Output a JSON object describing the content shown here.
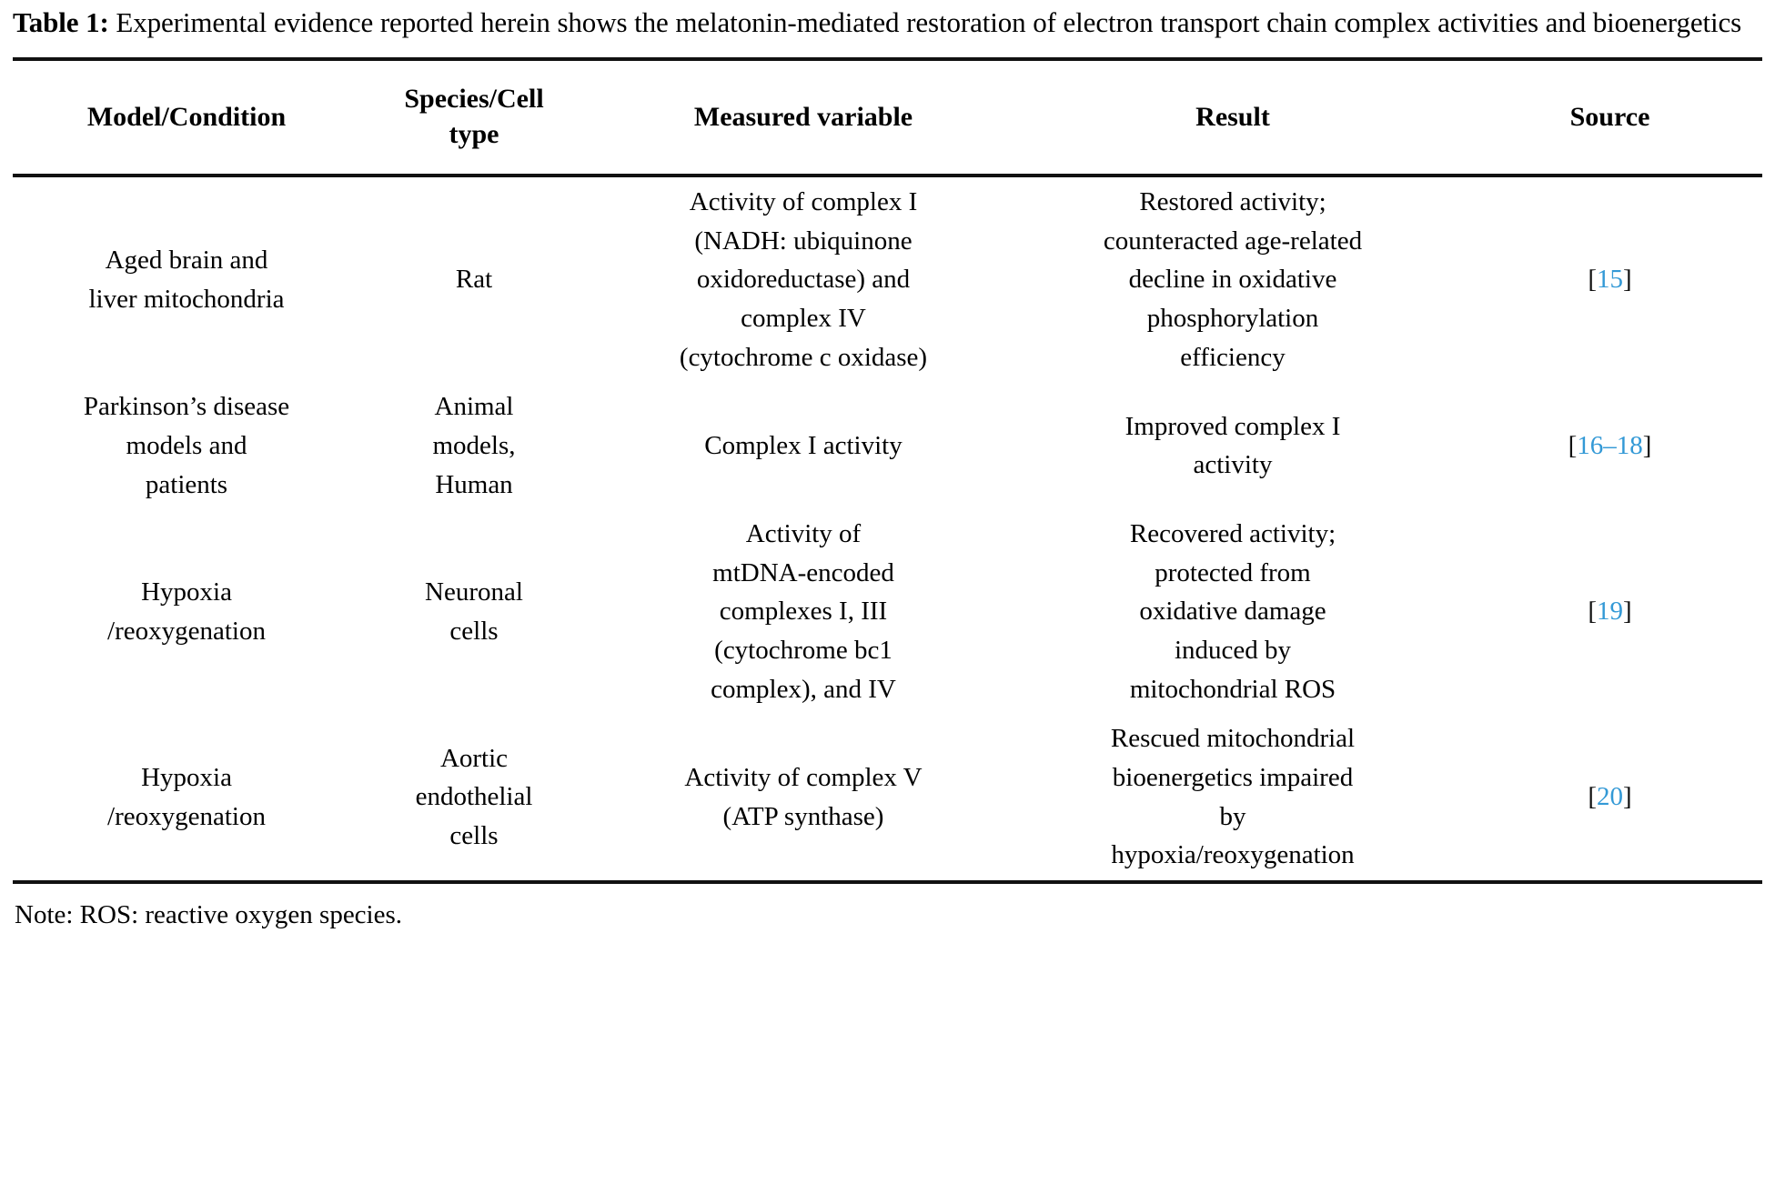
{
  "caption": {
    "label": "Table 1:",
    "text": "Experimental evidence reported herein shows the melatonin-mediated restoration of electron transport chain complex activities and bioenergetics"
  },
  "colors": {
    "reference_link": "#3399d6",
    "rule": "#111111",
    "text": "#000000"
  },
  "table": {
    "headers": [
      "Model/Condition",
      "Species/Cell type",
      "Measured variable",
      "Result",
      "Source"
    ],
    "header_lines": {
      "species_cell_type": [
        "Species/Cell",
        "type"
      ]
    },
    "rows": [
      {
        "model_condition": "Aged brain and liver mitochondria",
        "model_condition_lines": [
          "Aged brain and",
          "liver mitochondria"
        ],
        "species_cell_type": "Rat",
        "species_cell_type_lines": [
          "Rat"
        ],
        "measured_variable": "Activity of complex I (NADH: ubiquinone oxidoreductase) and complex IV (cytochrome c oxidase)",
        "measured_variable_lines": [
          "Activity of complex I",
          "(NADH: ubiquinone",
          "oxidoreductase) and",
          "complex IV",
          "(cytochrome c oxidase)"
        ],
        "result": "Restored activity; counteracted age-related decline in oxidative phosphorylation efficiency",
        "result_lines": [
          "Restored activity;",
          "counteracted age-related",
          "decline in oxidative",
          "phosphorylation",
          "efficiency"
        ],
        "source": "[15]",
        "source_refs": [
          "15"
        ]
      },
      {
        "model_condition": "Parkinson’s disease models and patients",
        "model_condition_lines": [
          "Parkinson’s disease",
          "models and",
          "patients"
        ],
        "species_cell_type": "Animal models, Human",
        "species_cell_type_lines": [
          "Animal",
          "models,",
          "Human"
        ],
        "measured_variable": "Complex I activity",
        "measured_variable_lines": [
          "Complex I activity"
        ],
        "result": "Improved complex I activity",
        "result_lines": [
          "Improved complex I",
          "activity"
        ],
        "source": "[16–18]",
        "source_refs": [
          "16–18"
        ]
      },
      {
        "model_condition": "Hypoxia /reoxygenation",
        "model_condition_lines": [
          "Hypoxia",
          "/reoxygenation"
        ],
        "species_cell_type": "Neuronal cells",
        "species_cell_type_lines": [
          "Neuronal",
          "cells"
        ],
        "measured_variable": "Activity of mtDNA-encoded complexes I, III (cytochrome bc1 complex), and IV",
        "measured_variable_lines": [
          "Activity of",
          "mtDNA-encoded",
          "complexes I, III",
          "(cytochrome bc1",
          "complex), and IV"
        ],
        "result": "Recovered activity; protected from oxidative damage induced by mitochondrial ROS",
        "result_lines": [
          "Recovered activity;",
          "protected from",
          "oxidative damage",
          "induced by",
          "mitochondrial ROS"
        ],
        "source": "[19]",
        "source_refs": [
          "19"
        ]
      },
      {
        "model_condition": "Hypoxia /reoxygenation",
        "model_condition_lines": [
          "Hypoxia",
          "/reoxygenation"
        ],
        "species_cell_type": "Aortic endothelial cells",
        "species_cell_type_lines": [
          "Aortic",
          "endothelial",
          "cells"
        ],
        "measured_variable": "Activity of complex V (ATP synthase)",
        "measured_variable_lines": [
          "Activity of complex V",
          "(ATP synthase)"
        ],
        "result": "Rescued mitochondrial bioenergetics impaired by hypoxia/reoxygenation",
        "result_lines": [
          "Rescued mitochondrial",
          "bioenergetics impaired",
          "by",
          "hypoxia/reoxygenation"
        ],
        "source": "[20]",
        "source_refs": [
          "20"
        ]
      }
    ]
  },
  "note": "Note: ROS: reactive oxygen species."
}
